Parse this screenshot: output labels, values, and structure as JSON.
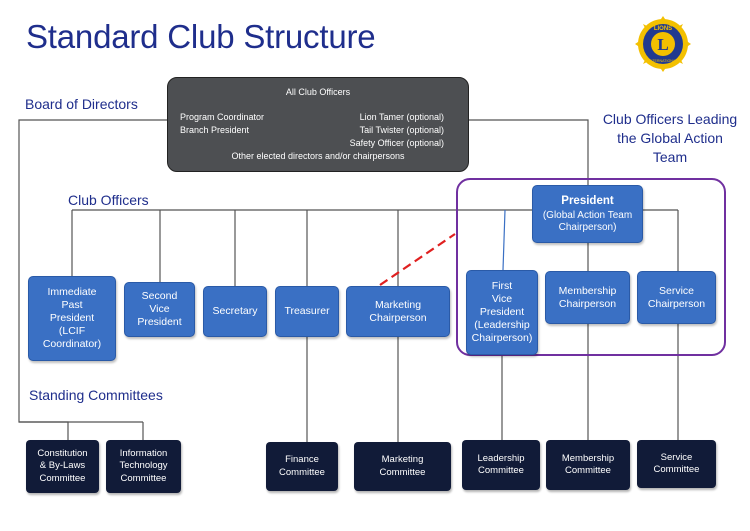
{
  "title": "Standard Club Structure",
  "sections": {
    "board": "Board of Directors",
    "officers": "Club Officers",
    "committees": "Standing Committees",
    "gat": "Club Officers Leading the Global Action Team"
  },
  "logo": {
    "icon": "lions-international-logo",
    "text_top": "LIONS",
    "text_bottom": "INTERNATIONAL",
    "letter": "L",
    "colors": {
      "gold": "#f3c000",
      "blue": "#213a8f"
    }
  },
  "board_box": {
    "heading": "All Club Officers",
    "left_items": [
      "Program Coordinator",
      "Branch President"
    ],
    "right_items": [
      "Lion Tamer (optional)",
      "Tail Twister (optional)",
      "Safety Officer (optional)"
    ],
    "footer": "Other elected directors and/or chairpersons"
  },
  "president": {
    "title": "President",
    "subtitle": "(Global Action Team Chairperson)"
  },
  "officers": [
    "Immediate\nPast\nPresident\n(LCIF\nCoordinator)",
    "Second\nVice\nPresident",
    "Secretary",
    "Treasurer",
    "Marketing\nChairperson",
    "First\nVice\nPresident\n(Leadership\nChairperson)",
    "Membership\nChairperson",
    "Service\nChairperson"
  ],
  "committees": [
    "Constitution\n& By-Laws\nCommittee",
    "Information\nTechnology\nCommittee",
    "Finance\nCommittee",
    "Marketing\nCommittee",
    "Leadership\nCommittee",
    "Membership\nCommittee",
    "Service\nCommittee"
  ],
  "colors": {
    "heading": "#1f2e8c",
    "officer_box": "#3a70c4",
    "committee_box": "#111b38",
    "board_box": "#4d4f52",
    "gat_border": "#7030a0",
    "dashed_link": "#e02020"
  }
}
